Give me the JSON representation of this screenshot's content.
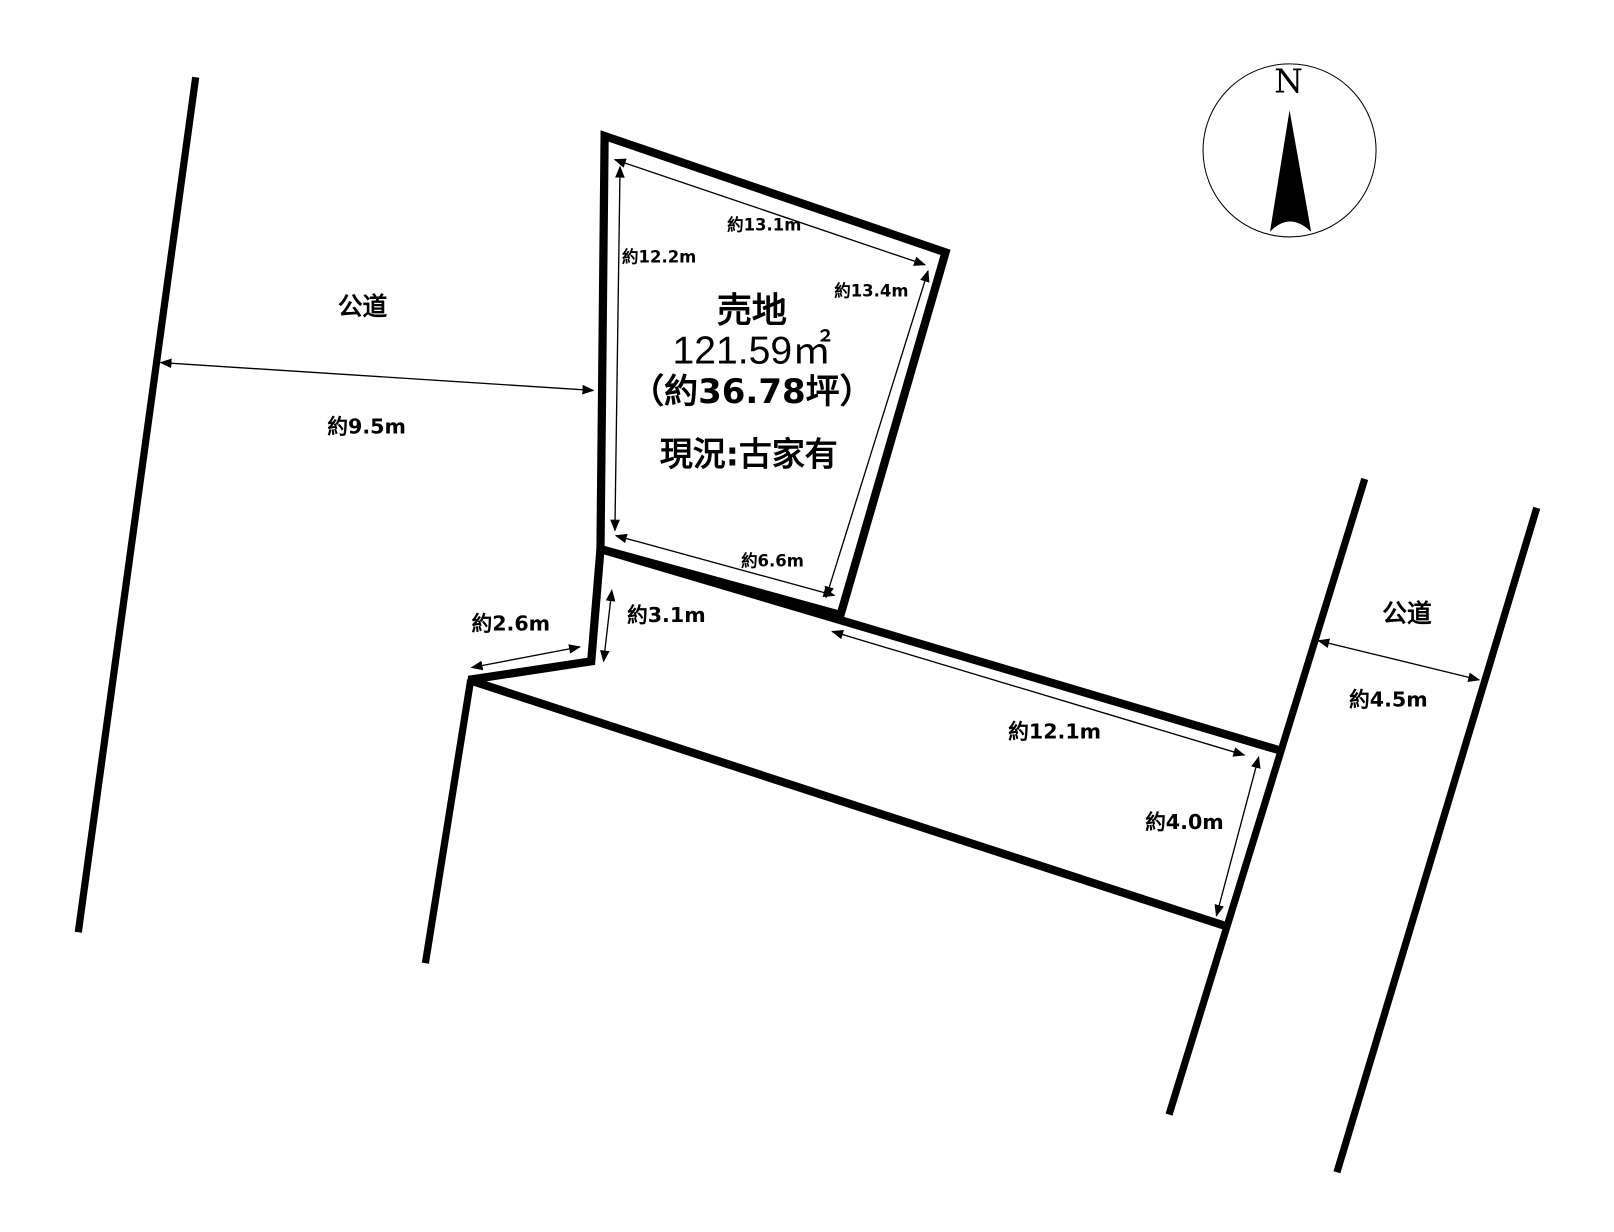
{
  "compass": {
    "label": "N"
  },
  "plot": {
    "title": "売地",
    "area_sqm": "121.59㎡",
    "area_tsubo": "（約36.78坪）",
    "status": "現況:古家有"
  },
  "roads": {
    "west_label": "公道",
    "east_label": "公道"
  },
  "dimensions": {
    "top": "約13.1m",
    "left": "約12.2m",
    "right": "約13.4m",
    "bottom": "約6.6m",
    "west_road_distance": "約9.5m",
    "passage_width_left": "約2.6m",
    "passage_height": "約3.1m",
    "passage_length": "約12.1m",
    "passage_width_right": "約4.0m",
    "east_road_width": "約4.5m"
  }
}
